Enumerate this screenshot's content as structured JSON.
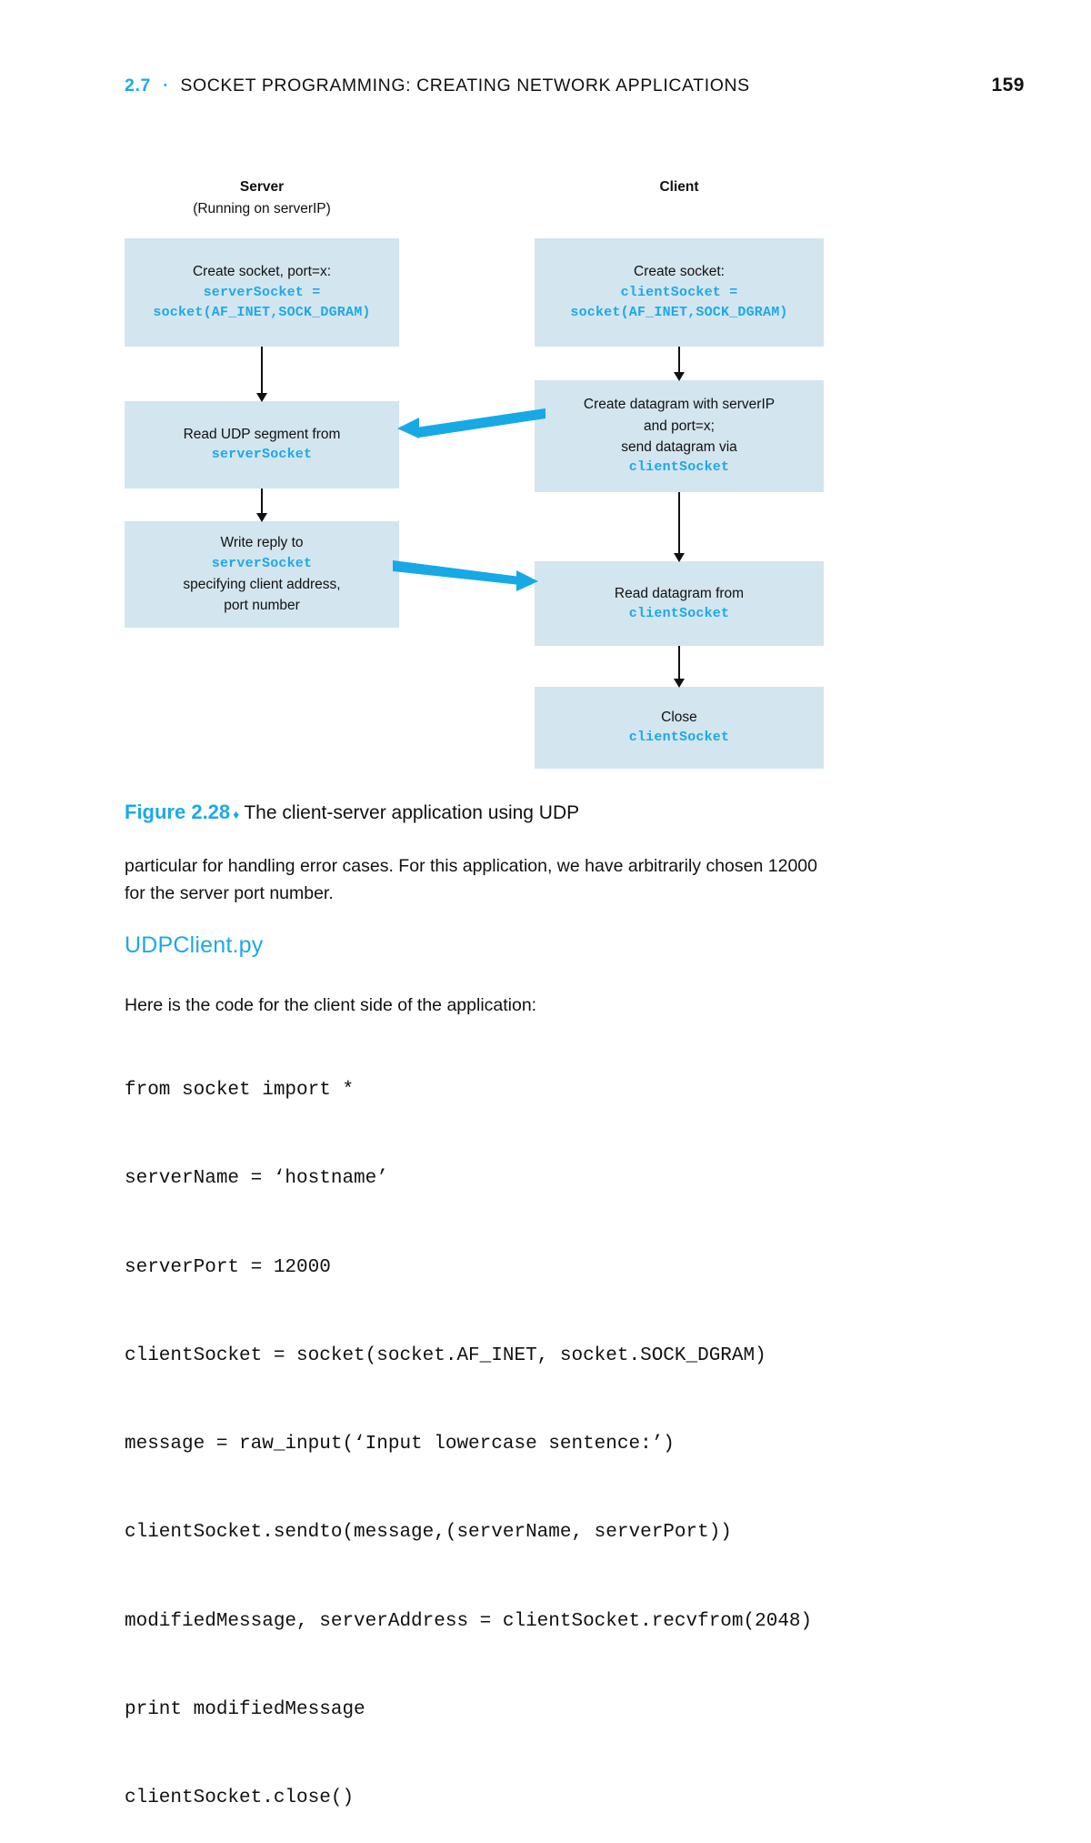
{
  "running_head": {
    "section": "2.7",
    "diamond": "•",
    "title": "SOCKET PROGRAMMING: CREATING NETWORK APPLICATIONS",
    "page_number": "159"
  },
  "figure": {
    "server_column": {
      "header": "Server",
      "subheader": "(Running on serverIP)",
      "boxes": [
        {
          "id": "server-create-socket",
          "lines": [
            {
              "text": "Create socket, port=x:",
              "style": "plain"
            },
            {
              "text": "serverSocket =",
              "style": "code"
            },
            {
              "text": "socket(AF_INET,SOCK_DGRAM)",
              "style": "code"
            }
          ]
        },
        {
          "id": "server-read-udp-segment",
          "lines": [
            {
              "text": "Read UDP segment from",
              "style": "plain"
            },
            {
              "text": "serverSocket",
              "style": "code"
            }
          ]
        },
        {
          "id": "server-write-reply",
          "lines": [
            {
              "text": "Write reply to",
              "style": "plain"
            },
            {
              "text": "serverSocket",
              "style": "code"
            },
            {
              "text": "specifying client address,",
              "style": "plain"
            },
            {
              "text": "port number",
              "style": "plain"
            }
          ]
        }
      ]
    },
    "client_column": {
      "header": "Client",
      "subheader": "",
      "boxes": [
        {
          "id": "client-create-socket",
          "lines": [
            {
              "text": "Create socket:",
              "style": "plain"
            },
            {
              "text": "clientSocket =",
              "style": "code"
            },
            {
              "text": "socket(AF_INET,SOCK_DGRAM)",
              "style": "code"
            }
          ]
        },
        {
          "id": "client-create-datagram",
          "lines": [
            {
              "text": "Create datagram with serverIP",
              "style": "plain"
            },
            {
              "text": "and port=x;",
              "style": "plain"
            },
            {
              "text": "send datagram via",
              "style": "plain"
            },
            {
              "text": "clientSocket",
              "style": "code"
            }
          ]
        },
        {
          "id": "client-read-datagram",
          "lines": [
            {
              "text": "Read datagram from",
              "style": "plain"
            },
            {
              "text": "clientSocket",
              "style": "code"
            }
          ]
        },
        {
          "id": "client-close",
          "lines": [
            {
              "text": "Close",
              "style": "plain"
            },
            {
              "text": "clientSocket",
              "style": "code"
            }
          ]
        }
      ]
    },
    "colors": {
      "box_fill": "#d3e5ef",
      "code_text": "#1ca9e8",
      "arrow_blue": "#17a9e6",
      "arrow_black": "#111111"
    }
  },
  "caption": {
    "label": "Figure 2.28",
    "diamond": "♦",
    "text": "The client-server application using UDP"
  },
  "body": {
    "paragraph_1": "particular for handling error cases. For this application, we have arbitrarily chosen 12000 for the server port number.",
    "section_heading": "UDPClient.py",
    "paragraph_2": "Here is the code for the client side of the application:"
  },
  "code_block": {
    "language": "python",
    "lines": [
      "from socket import *",
      "serverName = ‘hostname’",
      "serverPort = 12000",
      "clientSocket = socket(socket.AF_INET, socket.SOCK_DGRAM)",
      "message = raw_input(‘Input lowercase sentence:’)",
      "clientSocket.sendto(message,(serverName, serverPort))",
      "modifiedMessage, serverAddress = clientSocket.recvfrom(2048)",
      "print modifiedMessage",
      "clientSocket.close()"
    ]
  }
}
